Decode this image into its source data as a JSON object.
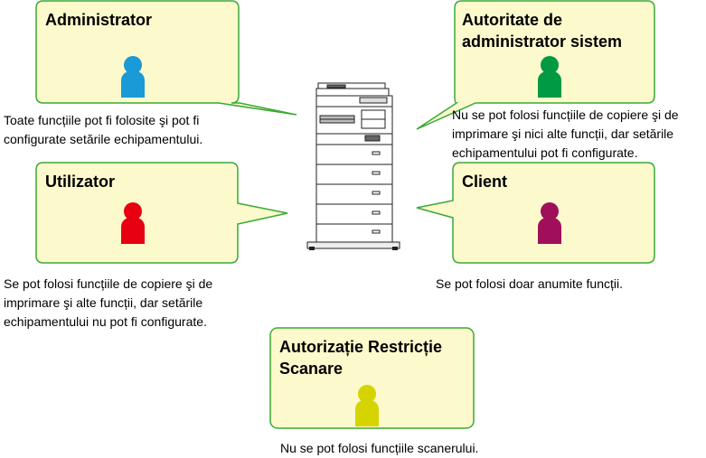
{
  "roles": [
    {
      "title": "Administrator",
      "description": [
        "Toate funcțiile pot fi folosite şi pot fi",
        "configurate setările echipamentului."
      ],
      "icon": "person-icon",
      "color": "#1a9ad6"
    },
    {
      "title": [
        "Autoritate de",
        "administrator sistem"
      ],
      "description": [
        "Nu se pot folosi funcțiile de copiere şi de",
        "imprimare şi nici alte funcții, dar setările",
        "echipamentului pot fi configurate."
      ],
      "icon": "person-icon",
      "color": "#009944"
    },
    {
      "title": "Utilizator",
      "description": [
        "Se pot folosi funcțiile de copiere şi de",
        "imprimare şi alte funcții, dar setările",
        "echipamentului nu pot fi configurate."
      ],
      "icon": "person-icon",
      "color": "#e60012"
    },
    {
      "title": "Client",
      "description": [
        "Se pot folosi doar anumite funcții."
      ],
      "icon": "person-icon",
      "color": "#a0105a"
    },
    {
      "title": [
        "Autorizație Restricție",
        "Scanare"
      ],
      "description": [
        "Nu se pot folosi funcțiile scanerului."
      ],
      "icon": "person-icon",
      "color": "#d6d400"
    }
  ],
  "center_device": {
    "icon": "multifunction-printer-icon"
  },
  "colors": {
    "bubble_fill": "#fcfacc",
    "bubble_stroke": "#3aaa35"
  }
}
